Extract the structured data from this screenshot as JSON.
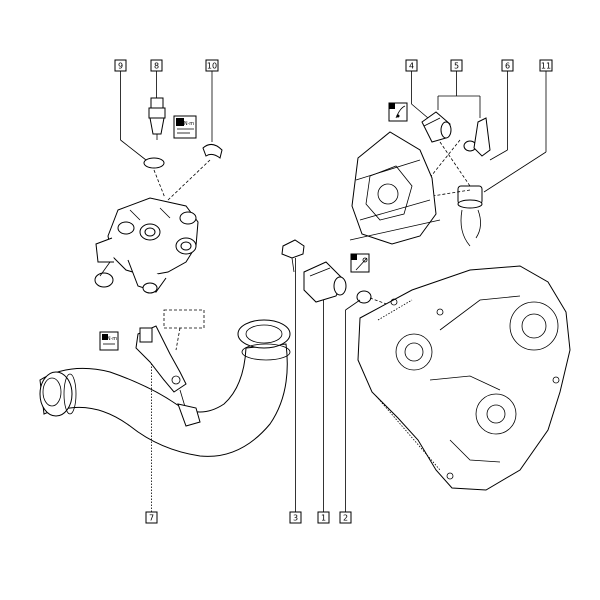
{
  "callouts": {
    "c9": "9",
    "c8": "8",
    "c10": "10",
    "c4": "4",
    "c5": "5",
    "c6": "6",
    "c11": "11",
    "c3": "3",
    "c1": "1",
    "c2": "2",
    "c7": "7"
  },
  "symbols": {
    "torque_tag_top": "N·m",
    "torque_tag_left": "N·m"
  },
  "icons": [
    "grease-icon",
    "torque-wrench-icon",
    "torque-spec-icon"
  ],
  "colors": {
    "line": "#000000",
    "background": "#ffffff"
  }
}
